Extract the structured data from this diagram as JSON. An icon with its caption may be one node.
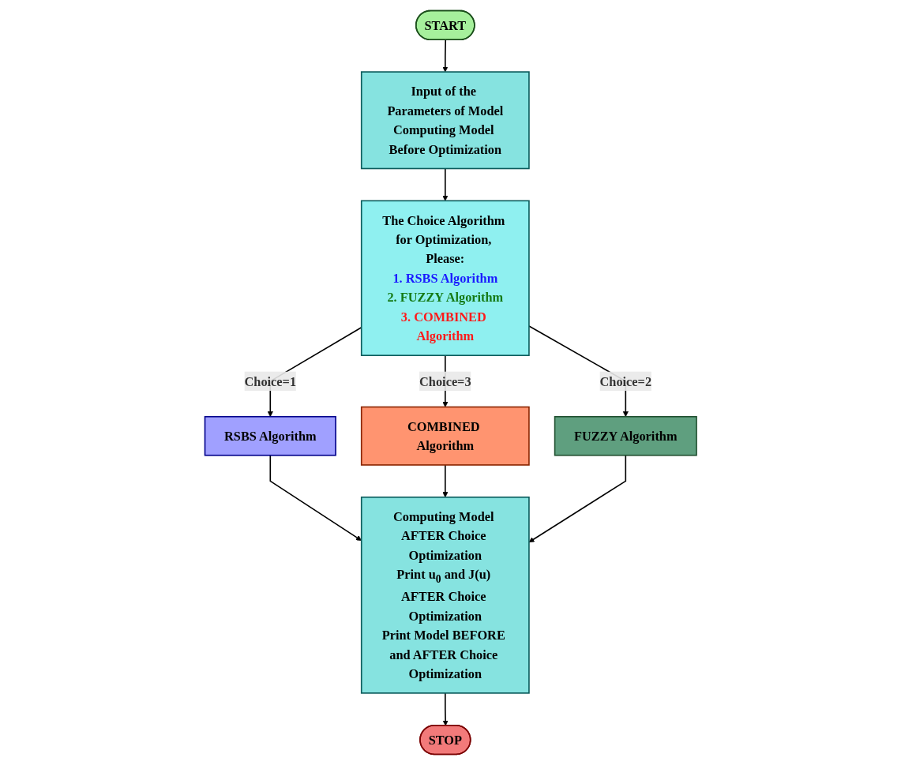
{
  "diagram": {
    "nodes": [
      {
        "text": [
          "START"
        ]
      },
      {
        "text": [
          "Input of the Parameters of Model",
          "Computing Model Before Optimization"
        ]
      },
      {
        "text": [
          "The Choice Algorithm for Optimization, Please:",
          "1. RSBS Algorithm",
          "2. FUZZY Algorithm",
          "3. COMBINED Algorithm"
        ]
      },
      {
        "text": [
          "RSBS Algorithm"
        ]
      },
      {
        "text": [
          "COMBINED Algorithm"
        ]
      },
      {
        "text": [
          "FUZZY Algorithm"
        ]
      },
      {
        "text": [
          "Computing Model AFTER Choice Optimization",
          "Print u$_{0}$ and J(u) AFTER Choice Optimization",
          "Print Model BEFORE and AFTER Choice Optimization"
        ]
      },
      {
        "text": [
          "STOP"
        ]
      }
    ],
    "edges": [
      {
        "from": 0,
        "to": 1,
        "arrow": "to"
      },
      {
        "from": 1,
        "to": 2,
        "arrow": "to"
      },
      {
        "from": 2,
        "to": 3,
        "arrow": "to",
        "label": "Choice=1"
      },
      {
        "from": 2,
        "to": 4,
        "arrow": "to",
        "label": "Choice=3"
      },
      {
        "from": 2,
        "to": 5,
        "arrow": "to",
        "label": "Choice=2"
      },
      {
        "from": 3,
        "to": 6,
        "arrow": "to"
      },
      {
        "from": 4,
        "to": 6,
        "arrow": "to"
      },
      {
        "from": 5,
        "to": 6,
        "arrow": "to"
      },
      {
        "from": 6,
        "to": 7,
        "arrow": "to"
      }
    ]
  }
}
